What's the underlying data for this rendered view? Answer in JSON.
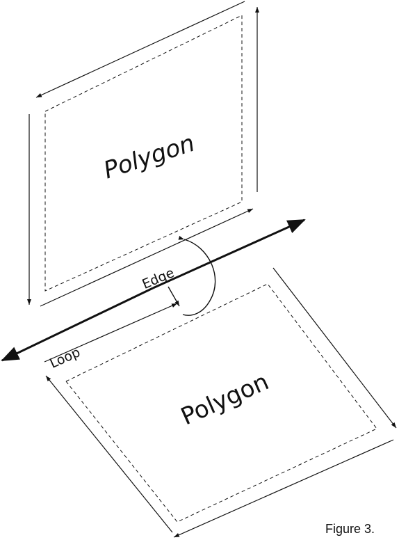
{
  "figure": {
    "caption": "Figure 3."
  },
  "labels": {
    "top_polygon": "Polygon",
    "bottom_polygon": "Polygon",
    "edge": "Edge",
    "loop": "Loop"
  },
  "colors": {
    "stroke": "#111111",
    "background": "#ffffff"
  }
}
